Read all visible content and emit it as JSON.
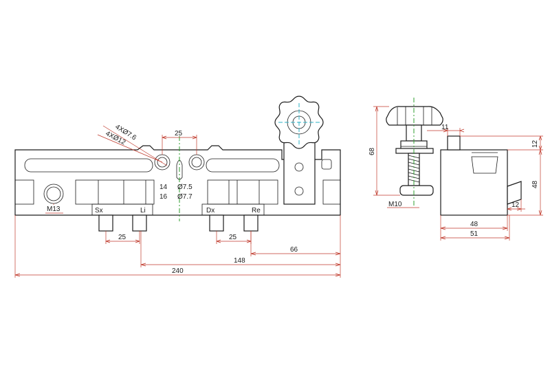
{
  "dimensions": {
    "d240": "240",
    "d148": "148",
    "d66": "66",
    "d25_top": "25",
    "d25_left": "25",
    "d25_right": "25",
    "d68": "68",
    "d12_top": "12",
    "d48_side": "48",
    "d11": "11",
    "d12_small": "12",
    "d48_bottom": "48",
    "d51": "51"
  },
  "callouts": {
    "hole_a": "4XØ7.6",
    "hole_b": "4XØ12",
    "thread_front": "M13",
    "thread_side": "M10"
  },
  "table": {
    "row1_a": "14",
    "row1_b": "Ø7.5",
    "row2_a": "16",
    "row2_b": "Ø7.7"
  },
  "labels": {
    "sx": "Sx",
    "li": "Li",
    "dx": "Dx",
    "re": "Re"
  }
}
